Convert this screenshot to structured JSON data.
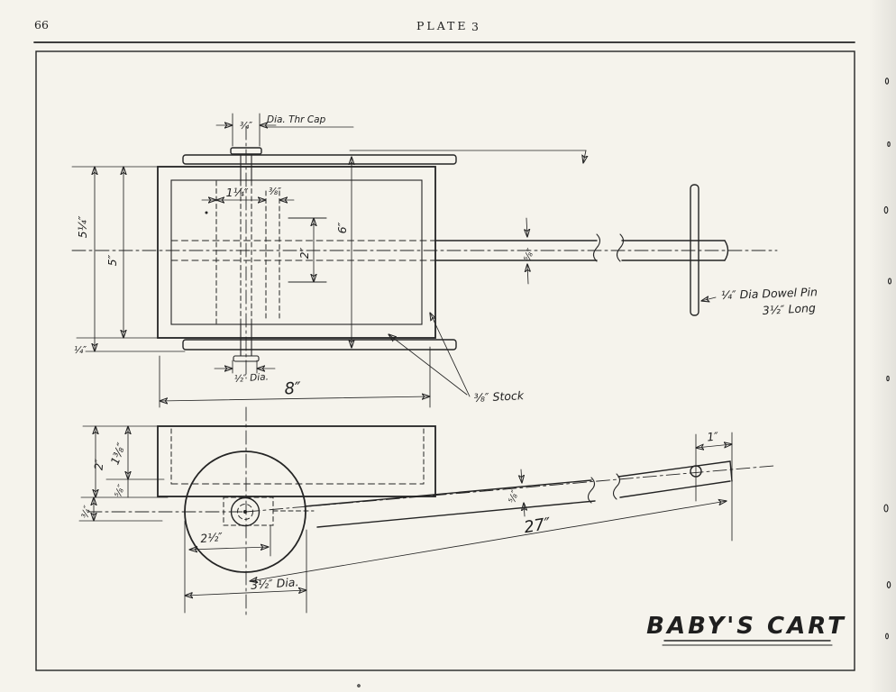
{
  "page": {
    "number": "66",
    "plate_word": "PLATE",
    "plate_number": "3"
  },
  "drawing": {
    "title": "BABY'S CART",
    "ink_color": "#242424",
    "paper_color": "#f5f3ec"
  },
  "plan_view": {
    "cap_dim": "¾″",
    "cap_note": "Dia. Thr Cap",
    "height_outer": "5¼″",
    "height_inner": "5″",
    "rail_offset": "¼″",
    "cleat_offset": "1¼″",
    "cleat_width": "⅜″",
    "shaft_cleat_width": "2″",
    "wheel_span": "6″",
    "shaft_dia": "⅝″",
    "axle_dia": "½″ Dia.",
    "body_length": "8″",
    "stock_note": "⅜″ Stock",
    "dowel_note_line1": "¼″ Dia Dowel Pin",
    "dowel_note_line2": "3½″ Long"
  },
  "side_view": {
    "body_height": "2″",
    "upper_split": "1⅜″",
    "lower_split": "⅝″",
    "axle_drop": "¾″",
    "handle_dia": "⅝″",
    "pin_inset": "1″",
    "handle_length": "27″",
    "hub_offset": "2½″",
    "wheel_dia": "3½″ Dia."
  }
}
